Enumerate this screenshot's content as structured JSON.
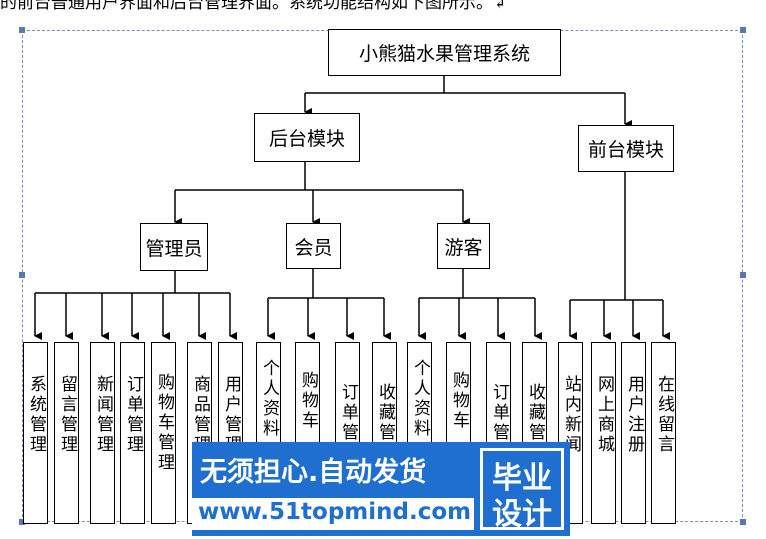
{
  "caption": "的前台普通用户界面和后台管理界面。系统功能结构如下图所示。↲",
  "diagram": {
    "root": "小熊猫水果管理系统",
    "backend": "后台模块",
    "frontend": "前台模块",
    "roles": {
      "admin": "管理员",
      "member": "会员",
      "guest": "游客"
    },
    "admin_leaves": [
      "系统管理",
      "留言管理",
      "新闻管理",
      "订单管理",
      "购物车管理",
      "商品管理",
      "用户管理"
    ],
    "member_leaves": [
      "个人资料",
      "购物车",
      "订单管",
      "收藏管"
    ],
    "guest_leaves": [
      "个人资料",
      "购物车",
      "订单管",
      "收藏管"
    ],
    "front_leaves": [
      "站内新闻",
      "网上商城",
      "用户注册",
      "在线留言"
    ]
  },
  "watermark": {
    "line1": "无须担心.自动发货",
    "url": "www.51topmind.com",
    "badge1": "毕业",
    "badge2": "设计"
  },
  "colors": {
    "watermark_blue": "#1f6fd0",
    "selection": "#7a8fb8"
  }
}
